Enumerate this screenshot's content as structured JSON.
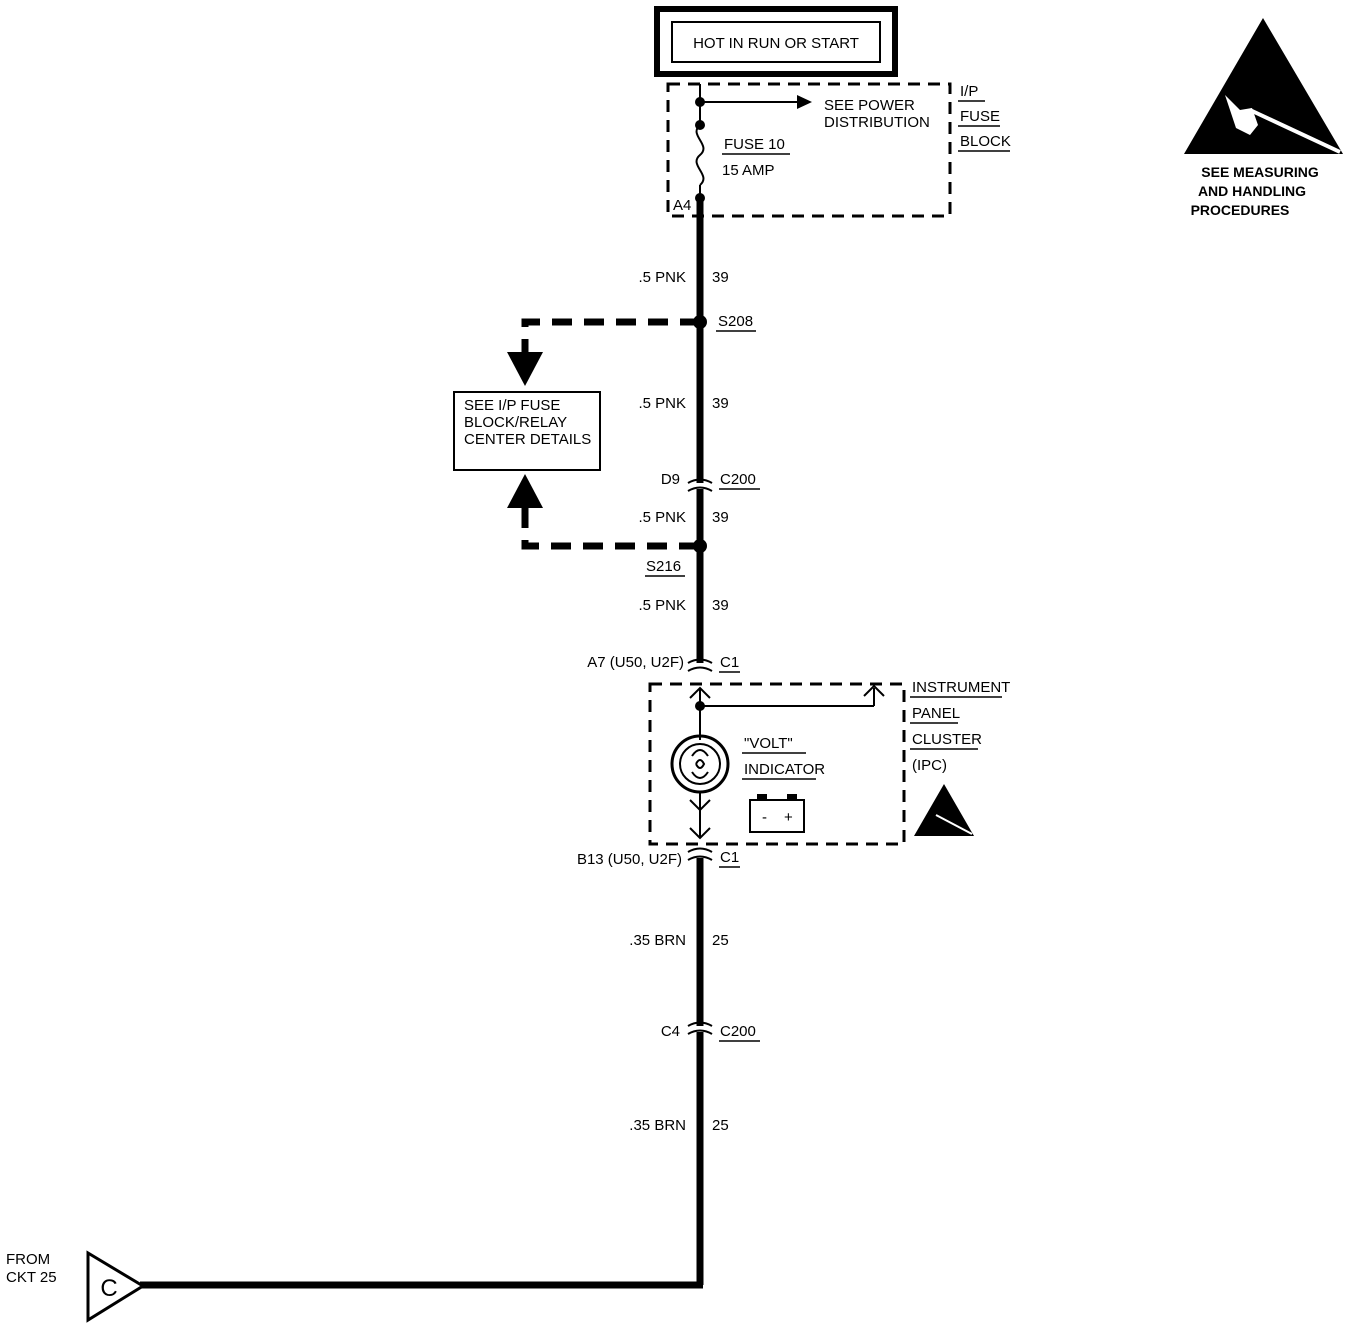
{
  "power_box": {
    "label": "HOT IN RUN OR START"
  },
  "fuse_block": {
    "title_lines": [
      "I/P",
      "FUSE",
      "BLOCK"
    ],
    "fuse_name": "FUSE 10",
    "fuse_rating": "15 AMP",
    "terminal": "A4",
    "see_power_lines": [
      "SEE POWER",
      "DISTRIBUTION"
    ]
  },
  "esd_warning": {
    "lines": [
      "SEE MEASURING",
      "AND HANDLING",
      "PROCEDURES"
    ]
  },
  "wires": [
    {
      "gauge_color": ".5 PNK",
      "circuit": "39"
    },
    {
      "gauge_color": ".5 PNK",
      "circuit": "39"
    },
    {
      "gauge_color": ".5 PNK",
      "circuit": "39"
    },
    {
      "gauge_color": ".5 PNK",
      "circuit": "39"
    },
    {
      "gauge_color": ".35 BRN",
      "circuit": "25"
    },
    {
      "gauge_color": ".35 BRN",
      "circuit": "25"
    }
  ],
  "splices": {
    "s208": "S208",
    "s216": "S216"
  },
  "connectors": {
    "c200_top": {
      "pin": "D9",
      "name": "C200"
    },
    "c1_top": {
      "pin": "A7 (U50, U2F)",
      "name": "C1"
    },
    "c1_bottom": {
      "pin": "B13 (U50, U2F)",
      "name": "C1"
    },
    "c200_bottom": {
      "pin": "C4",
      "name": "C200"
    }
  },
  "relay_box": {
    "lines": [
      "SEE I/P FUSE",
      "BLOCK/RELAY",
      "CENTER DETAILS"
    ]
  },
  "ipc": {
    "title_lines": [
      "INSTRUMENT",
      "PANEL",
      "CLUSTER",
      "(IPC)"
    ],
    "indicator_lines": [
      "\"VOLT\"",
      "INDICATOR"
    ],
    "battery_minus": "-",
    "battery_plus": "+"
  },
  "from_ref": {
    "lines": [
      "FROM",
      "CKT 25"
    ],
    "letter": "C"
  }
}
